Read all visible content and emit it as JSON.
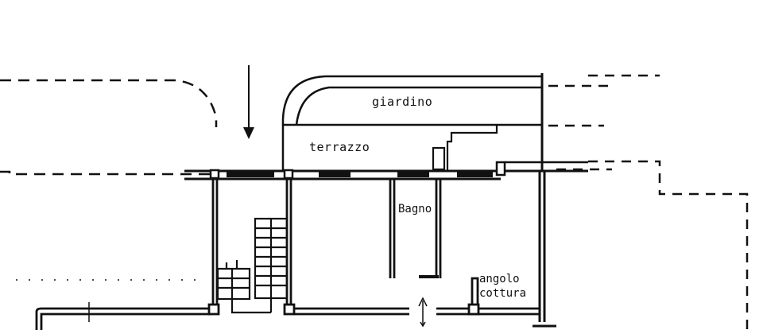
{
  "drawing": {
    "type": "architectural floor plan",
    "stroke_color": "#111111",
    "background": "#ffffff"
  },
  "labels": {
    "giardino": "giardino",
    "terrazzo": "terrazzo",
    "bagno": "Bagno",
    "angolo_line1": "angolo",
    "angolo_line2": "cottura"
  },
  "symbols": {
    "entrance_arrow": "arrow-down",
    "door_arrow": "arrow-up-down"
  }
}
